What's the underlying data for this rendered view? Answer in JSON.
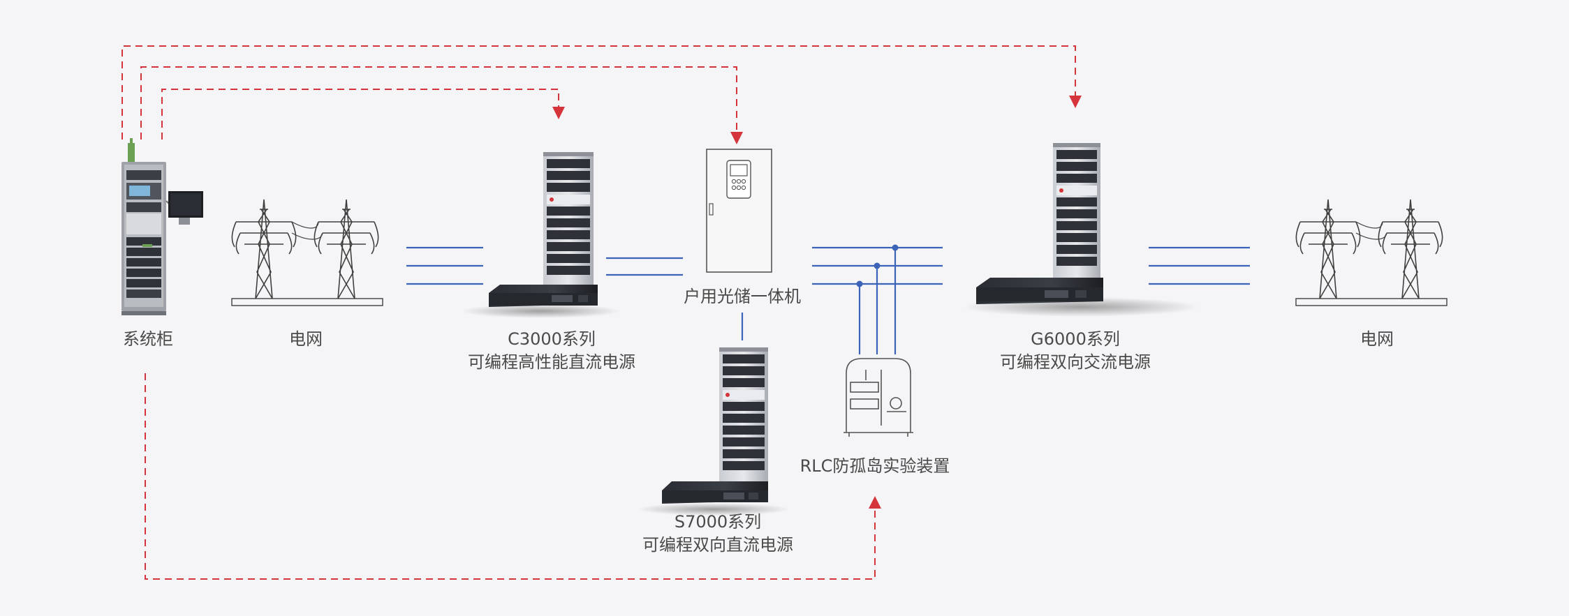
{
  "nodes": {
    "system_cabinet": "系统柜",
    "grid_left": "电网",
    "c3000": {
      "line1": "C3000系列",
      "line2": "可编程高性能直流电源"
    },
    "pv_storage": "户用光储一体机",
    "s7000": {
      "line1": "S7000系列",
      "line2": "可编程双向直流电源"
    },
    "rlc": "RLC防孤岛实验装置",
    "g6000": {
      "line1": "G6000系列",
      "line2": "可编程双向交流电源"
    },
    "grid_right": "电网"
  },
  "colors": {
    "background": "#f5f5f7",
    "power_line": "#3b63b8",
    "control_line": "#d4343a",
    "label": "#4a4a4a",
    "equipment_dark": "#2a2d33",
    "equipment_light": "#dfe1e4"
  }
}
